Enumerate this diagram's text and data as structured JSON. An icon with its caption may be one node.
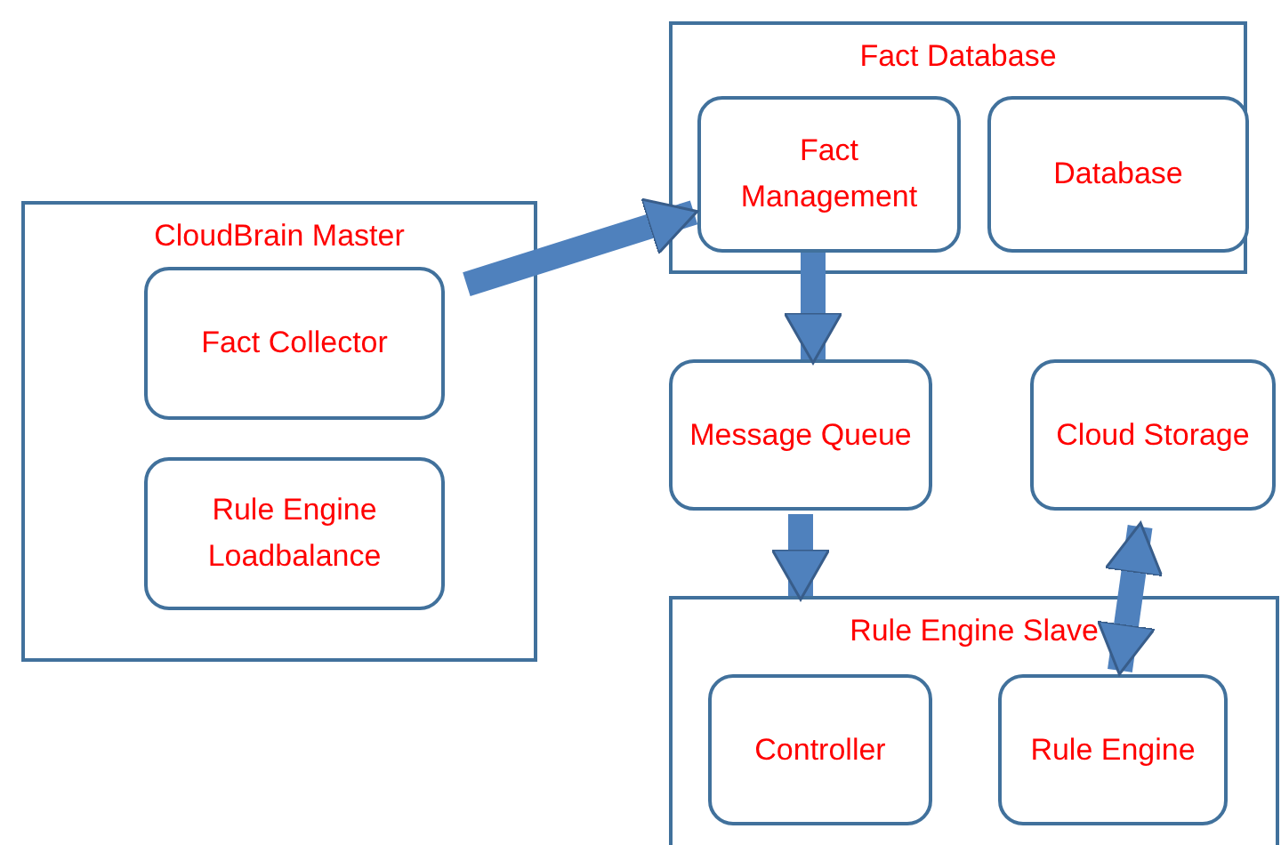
{
  "diagram": {
    "nodes": [
      {
        "text": [
          "CloudBrain Master"
        ]
      },
      {
        "text": [
          "Fact Collector"
        ],
        "in": 0
      },
      {
        "text": [
          "Rule Engine Loadbalance"
        ],
        "in": 0
      },
      {
        "text": [
          "Fact Database"
        ]
      },
      {
        "text": [
          "Fact Management"
        ],
        "in": 3
      },
      {
        "text": [
          "Database"
        ],
        "in": 3
      },
      {
        "text": [
          "Message Queue"
        ]
      },
      {
        "text": [
          "Cloud Storage"
        ]
      },
      {
        "text": [
          "Rule Engine Slave"
        ]
      },
      {
        "text": [
          "Controller"
        ],
        "in": 8
      },
      {
        "text": [
          "Rule Engine"
        ],
        "in": 8
      }
    ],
    "edges": [
      {
        "from": 1,
        "to": 4,
        "arrow": "to"
      },
      {
        "from": 4,
        "to": 6,
        "arrow": "to"
      },
      {
        "from": 6,
        "to": 8,
        "arrow": "to"
      },
      {
        "from": 7,
        "to": 10,
        "arrow": "both"
      }
    ]
  }
}
